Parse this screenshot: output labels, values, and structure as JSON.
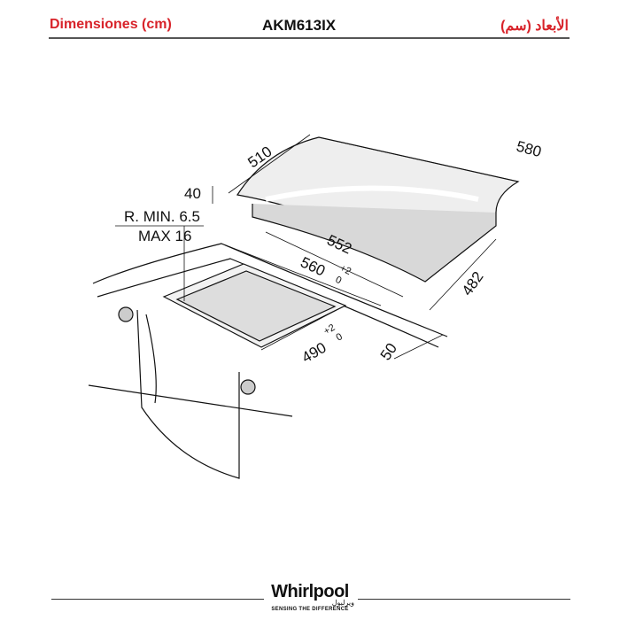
{
  "header": {
    "left": "Dimensiones (cm)",
    "center": "AKM613IX",
    "right": "الأبعاد (سم)"
  },
  "dimensions": {
    "width_top": "580",
    "depth_top": "510",
    "height": "40",
    "radius": "R. MIN. 6.5",
    "max": "MAX 16",
    "body_width": "552",
    "body_depth": "482",
    "cutout_width": "560",
    "cutout_width_tol_plus": "+2",
    "cutout_width_tol_minus": "0",
    "cutout_depth": "490",
    "cutout_depth_tol_plus": "+2",
    "cutout_depth_tol_minus": "0",
    "edge_distance": "50"
  },
  "footer": {
    "brand": "Whirlpool",
    "brand_ar": "ويرلبول",
    "tagline": "SENSING THE DIFFERENCE"
  },
  "colors": {
    "accent": "#d8232a",
    "logo_ring": "#f2b900"
  }
}
